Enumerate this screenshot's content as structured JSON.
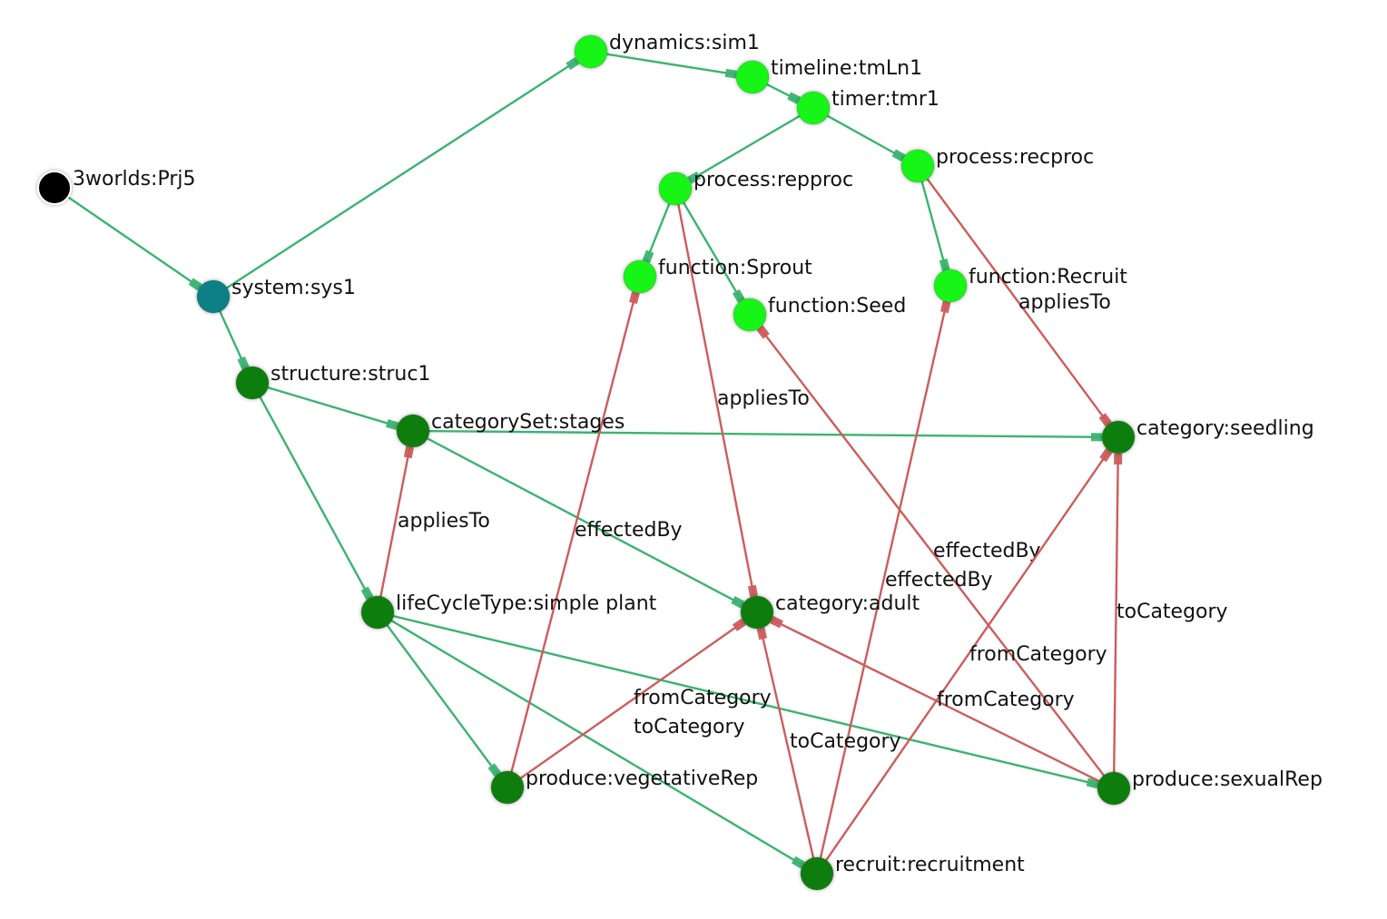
{
  "colors": {
    "structure_edge": "#3cb371",
    "reference_edge": "#cd5c5c",
    "root": "#000000",
    "system": "#0f7f86",
    "structure_node": "#117e11",
    "dynamics_node": "#16f516"
  },
  "nodes": [
    {
      "id": "prj5",
      "label": "3worlds:Prj5",
      "kind": "root"
    },
    {
      "id": "sys1",
      "label": "system:sys1",
      "kind": "system"
    },
    {
      "id": "dyn",
      "label": "dynamics:sim1",
      "kind": "dynamics_node"
    },
    {
      "id": "tml",
      "label": "timeline:tmLn1",
      "kind": "dynamics_node"
    },
    {
      "id": "tmr",
      "label": "timer:tmr1",
      "kind": "dynamics_node"
    },
    {
      "id": "repproc",
      "label": "process:repproc",
      "kind": "dynamics_node"
    },
    {
      "id": "recproc",
      "label": "process:recproc",
      "kind": "dynamics_node"
    },
    {
      "id": "sprout",
      "label": "function:Sprout",
      "kind": "dynamics_node"
    },
    {
      "id": "seed",
      "label": "function:Seed",
      "kind": "dynamics_node"
    },
    {
      "id": "recruitfn",
      "label": "function:Recruit",
      "kind": "dynamics_node"
    },
    {
      "id": "struc",
      "label": "structure:struc1",
      "kind": "structure_node"
    },
    {
      "id": "stages",
      "label": "categorySet:stages",
      "kind": "structure_node"
    },
    {
      "id": "seedling",
      "label": "category:seedling",
      "kind": "structure_node"
    },
    {
      "id": "lct",
      "label": "lifeCycleType:simple plant",
      "kind": "structure_node"
    },
    {
      "id": "adult",
      "label": "category:adult",
      "kind": "structure_node"
    },
    {
      "id": "vegrep",
      "label": "produce:vegetativeRep",
      "kind": "structure_node"
    },
    {
      "id": "sexrep",
      "label": "produce:sexualRep",
      "kind": "structure_node"
    },
    {
      "id": "recruit",
      "label": "recruit:recruitment",
      "kind": "structure_node"
    }
  ],
  "edges": [
    {
      "from": "prj5",
      "to": "sys1",
      "kind": "structure_edge",
      "label": ""
    },
    {
      "from": "sys1",
      "to": "dyn",
      "kind": "structure_edge",
      "label": ""
    },
    {
      "from": "sys1",
      "to": "struc",
      "kind": "structure_edge",
      "label": ""
    },
    {
      "from": "dyn",
      "to": "tml",
      "kind": "structure_edge",
      "label": ""
    },
    {
      "from": "tml",
      "to": "tmr",
      "kind": "structure_edge",
      "label": ""
    },
    {
      "from": "tmr",
      "to": "repproc",
      "kind": "structure_edge",
      "label": ""
    },
    {
      "from": "tmr",
      "to": "recproc",
      "kind": "structure_edge",
      "label": ""
    },
    {
      "from": "repproc",
      "to": "sprout",
      "kind": "structure_edge",
      "label": ""
    },
    {
      "from": "repproc",
      "to": "seed",
      "kind": "structure_edge",
      "label": ""
    },
    {
      "from": "recproc",
      "to": "recruitfn",
      "kind": "structure_edge",
      "label": ""
    },
    {
      "from": "struc",
      "to": "stages",
      "kind": "structure_edge",
      "label": ""
    },
    {
      "from": "struc",
      "to": "lct",
      "kind": "structure_edge",
      "label": ""
    },
    {
      "from": "stages",
      "to": "seedling",
      "kind": "structure_edge",
      "label": ""
    },
    {
      "from": "stages",
      "to": "adult",
      "kind": "structure_edge",
      "label": ""
    },
    {
      "from": "lct",
      "to": "vegrep",
      "kind": "structure_edge",
      "label": ""
    },
    {
      "from": "lct",
      "to": "sexrep",
      "kind": "structure_edge",
      "label": ""
    },
    {
      "from": "lct",
      "to": "recruit",
      "kind": "structure_edge",
      "label": ""
    },
    {
      "from": "repproc",
      "to": "adult",
      "kind": "reference_edge",
      "label": "appliesTo"
    },
    {
      "from": "recproc",
      "to": "seedling",
      "kind": "reference_edge",
      "label": "appliesTo"
    },
    {
      "from": "lct",
      "to": "stages",
      "kind": "reference_edge",
      "label": "appliesTo"
    },
    {
      "from": "vegrep",
      "to": "sprout",
      "kind": "reference_edge",
      "label": "effectedBy"
    },
    {
      "from": "sexrep",
      "to": "seed",
      "kind": "reference_edge",
      "label": "effectedBy"
    },
    {
      "from": "recruit",
      "to": "recruitfn",
      "kind": "reference_edge",
      "label": "effectedBy"
    },
    {
      "from": "vegrep",
      "to": "adult",
      "kind": "reference_edge",
      "label": "fromCategory\ntoCategory"
    },
    {
      "from": "recruit",
      "to": "adult",
      "kind": "reference_edge",
      "label": "toCategory"
    },
    {
      "from": "recruit",
      "to": "seedling",
      "kind": "reference_edge",
      "label": "fromCategory"
    },
    {
      "from": "sexrep",
      "to": "adult",
      "kind": "reference_edge",
      "label": "fromCategory"
    },
    {
      "from": "sexrep",
      "to": "seedling",
      "kind": "reference_edge",
      "label": "toCategory"
    }
  ]
}
